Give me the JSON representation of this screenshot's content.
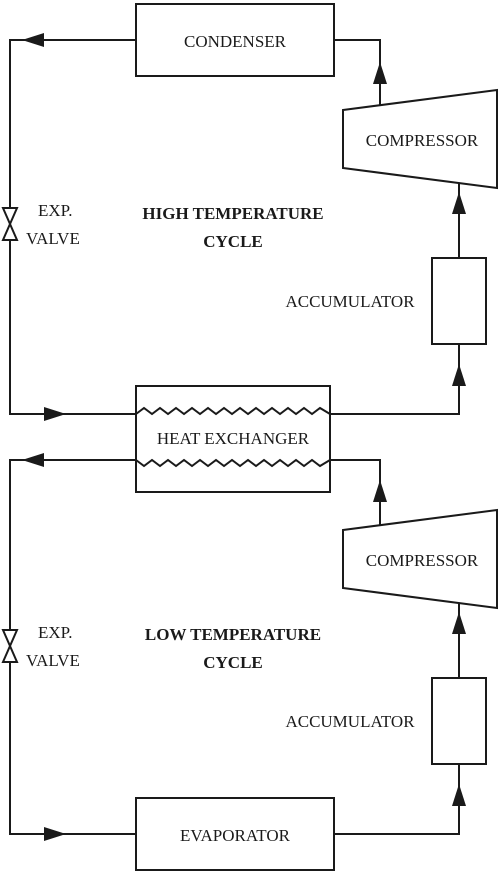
{
  "high_cycle": {
    "title_line1": "HIGH TEMPERATURE",
    "title_line2": "CYCLE",
    "condenser": "CONDENSER",
    "compressor": "COMPRESSOR",
    "accumulator": "ACCUMULATOR",
    "valve_line1": "EXP.",
    "valve_line2": "VALVE"
  },
  "heat_exchanger": "HEAT EXCHANGER",
  "low_cycle": {
    "title_line1": "LOW TEMPERATURE",
    "title_line2": "CYCLE",
    "evaporator": "EVAPORATOR",
    "compressor": "COMPRESSOR",
    "accumulator": "ACCUMULATOR",
    "valve_line1": "EXP.",
    "valve_line2": "VALVE"
  }
}
